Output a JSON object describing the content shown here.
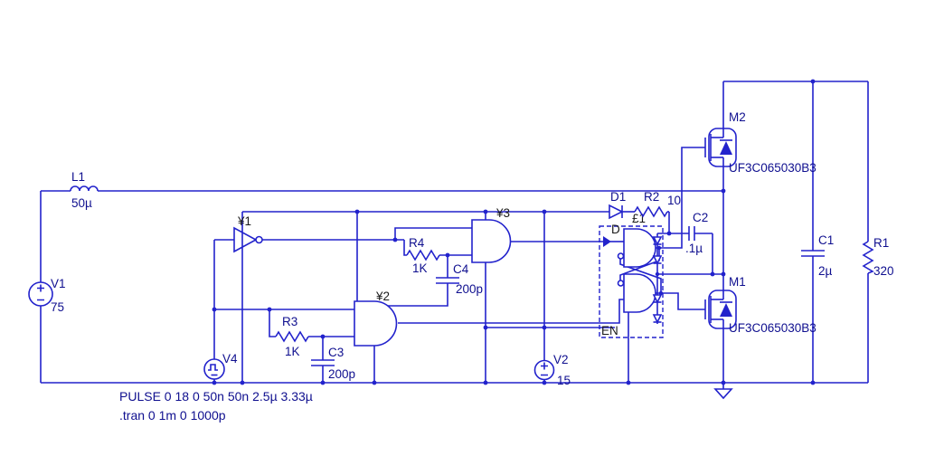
{
  "colors": {
    "wire": "#2222cc",
    "label": "#0f0f8f",
    "logic_label": "#1a1a1a",
    "background": "#ffffff"
  },
  "directives": {
    "pulse": "PULSE 0 18 0 50n 50n 2.5µ 3.33µ",
    "tran": ".tran 0 1m 0 1000p"
  },
  "components": {
    "L1": {
      "ref": "L1",
      "value": "50µ"
    },
    "V1": {
      "ref": "V1",
      "value": "75"
    },
    "V2": {
      "ref": "V2",
      "value": "15"
    },
    "V4": {
      "ref": "V4"
    },
    "U1": {
      "ref": "¥1"
    },
    "U2": {
      "ref": "¥2"
    },
    "U3": {
      "ref": "¥3"
    },
    "R1": {
      "ref": "R1",
      "value": "320"
    },
    "R2": {
      "ref": "R2",
      "value": "10"
    },
    "R3": {
      "ref": "R3",
      "value": "1K"
    },
    "R4": {
      "ref": "R4",
      "value": "1K"
    },
    "C1": {
      "ref": "C1",
      "value": "2µ"
    },
    "C2": {
      "ref": "C2",
      "value": ".1µ"
    },
    "C3": {
      "ref": "C3",
      "value": "200p"
    },
    "C4": {
      "ref": "C4",
      "value": "200p"
    },
    "D1": {
      "ref": "D1"
    },
    "M1": {
      "ref": "M1",
      "value": "UF3C065030B3"
    },
    "M2": {
      "ref": "M2",
      "value": "UF3C065030B3"
    },
    "E1": {
      "ref": "£1",
      "input_label": "D",
      "enable_label": "EN"
    }
  }
}
